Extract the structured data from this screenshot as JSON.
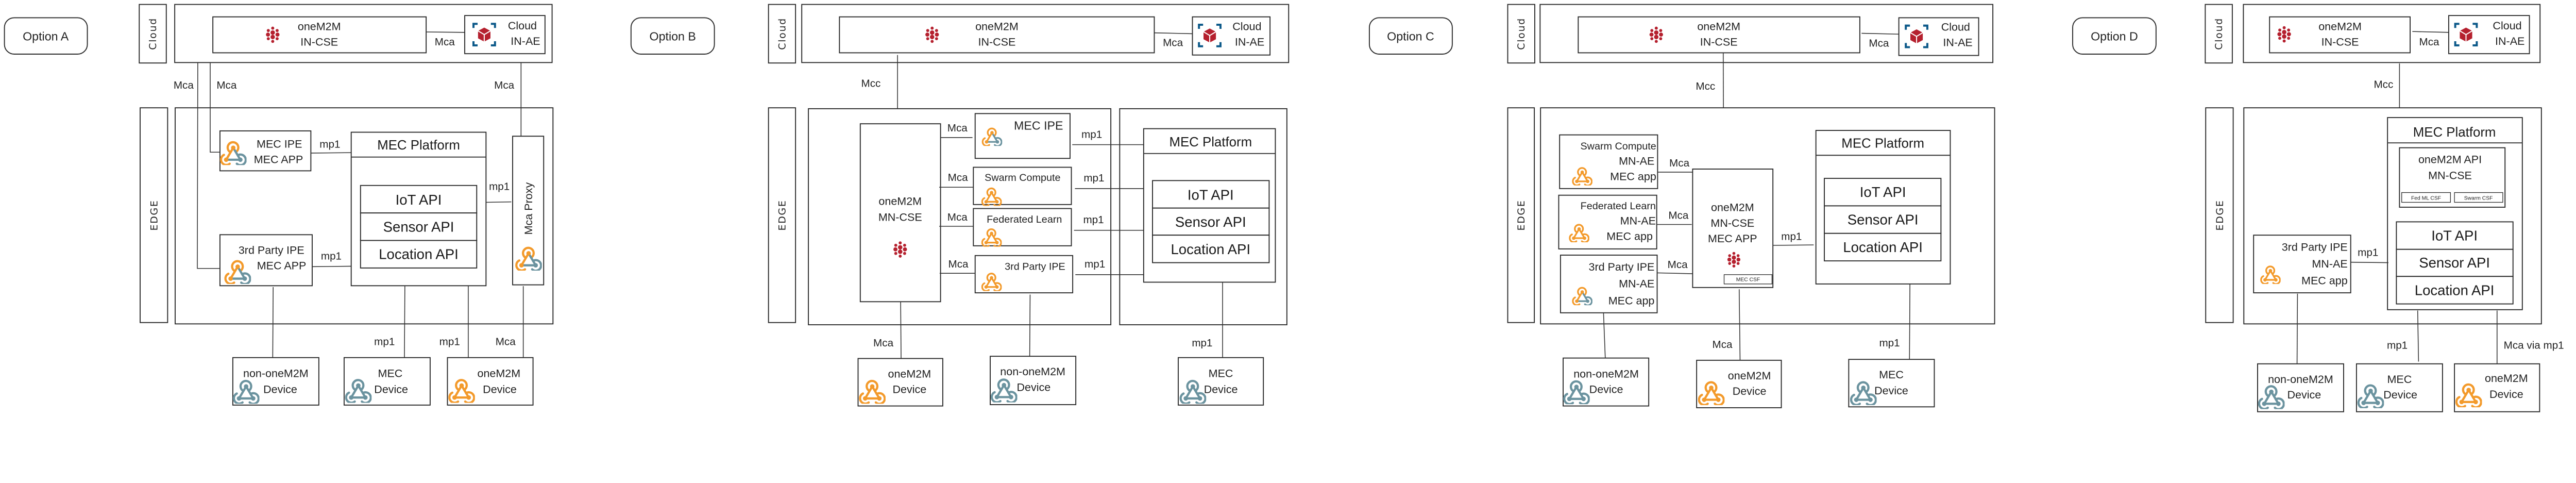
{
  "colors": {
    "onem2m_red": "#b5202e",
    "ae_blue": "#0d5a8a",
    "app_orange": "#f39a2b",
    "device_teal": "#6b939f",
    "line": "#333333"
  },
  "option_a": {
    "title": "Option A",
    "cloud": "Cloud",
    "edge": "EDGE",
    "in_cse": [
      "oneM2M",
      "IN-CSE"
    ],
    "in_ae": [
      "Cloud",
      "IN-AE"
    ],
    "mec_ipe": [
      "MEC IPE",
      "MEC APP"
    ],
    "third_party_ipe": [
      "3rd Party IPE",
      "MEC APP"
    ],
    "mec_platform": {
      "title": "MEC Platform",
      "apis": [
        "IoT API",
        "Sensor API",
        "Location API"
      ]
    },
    "mca_proxy": "Mca Proxy",
    "devices": {
      "non_onem2m": [
        "non-oneM2M",
        "Device"
      ],
      "mec": [
        "MEC",
        "Device"
      ],
      "onem2m": [
        "oneM2M",
        "Device"
      ]
    },
    "links": {
      "in_cse_in_ae": "Mca",
      "cloud_third_party": "Mca",
      "cloud_mec_ipe": "Mca",
      "cloud_proxy": "Mca",
      "mec_ipe_platform": "mp1",
      "third_party_platform": "mp1",
      "proxy_platform": "mp1",
      "platform_mec_device": "mp1",
      "platform_onem2m_device": "mp1",
      "proxy_onem2m_device": "Mca"
    }
  },
  "option_b": {
    "title": "Option B",
    "cloud": "Cloud",
    "edge": "EDGE",
    "in_cse": [
      "oneM2M",
      "IN-CSE"
    ],
    "in_ae": [
      "Cloud",
      "IN-AE"
    ],
    "mn_cse": [
      "oneM2M",
      "MN-CSE"
    ],
    "apps": [
      "MEC IPE",
      "Swarm Compute",
      "Federated Learn",
      "3rd Party IPE"
    ],
    "mec_platform": {
      "title": "MEC Platform",
      "apis": [
        "IoT API",
        "Sensor API",
        "Location API"
      ]
    },
    "devices": {
      "onem2m": [
        "oneM2M",
        "Device"
      ],
      "non_onem2m": [
        "non-oneM2M",
        "Device"
      ],
      "mec": [
        "MEC",
        "Device"
      ]
    },
    "links": {
      "in_cse_in_ae": "Mca",
      "mcc": "Mcc",
      "app_mca": [
        "Mca",
        "Mca",
        "Mca",
        "Mca"
      ],
      "app_mp1": [
        "mp1",
        "mp1",
        "mp1",
        "mp1"
      ],
      "mn_cse_onem2m_device": "Mca",
      "platform_mec_device": "mp1"
    }
  },
  "option_c": {
    "title": "Option C",
    "cloud": "Cloud",
    "edge": "EDGE",
    "in_cse": [
      "oneM2M",
      "IN-CSE"
    ],
    "in_ae": [
      "Cloud",
      "IN-AE"
    ],
    "swarm": [
      "Swarm Compute",
      "MN-AE",
      "MEC app"
    ],
    "federated": [
      "Federated Learn",
      "MN-AE",
      "MEC app"
    ],
    "third_party": [
      "3rd Party IPE",
      "MN-AE",
      "MEC app"
    ],
    "mn_cse": [
      "oneM2M",
      "MN-CSE",
      "MEC APP"
    ],
    "mec_csf": "MEC CSF",
    "mec_platform": {
      "title": "MEC Platform",
      "apis": [
        "IoT API",
        "Sensor API",
        "Location API"
      ]
    },
    "devices": {
      "non_onem2m": [
        "non-oneM2M",
        "Device"
      ],
      "onem2m": [
        "oneM2M",
        "Device"
      ],
      "mec": [
        "MEC",
        "Device"
      ]
    },
    "links": {
      "in_cse_in_ae": "Mca",
      "mcc": "Mcc",
      "app_mca": [
        "Mca",
        "Mca",
        "Mca"
      ],
      "mn_cse_platform": "mp1",
      "mn_cse_onem2m_device": "Mca",
      "platform_mec_device": "mp1"
    }
  },
  "option_d": {
    "title": "Option D",
    "cloud": "Cloud",
    "edge": "EDGE",
    "in_cse": [
      "oneM2M",
      "IN-CSE"
    ],
    "in_ae": [
      "Cloud",
      "IN-AE"
    ],
    "mec_platform": {
      "title": "MEC Platform",
      "onem2m_api": [
        "oneM2M API",
        "MN-CSE"
      ],
      "csfs": [
        "Fed ML CSF",
        "Swarm CSF"
      ],
      "apis": [
        "IoT API",
        "Sensor API",
        "Location API"
      ]
    },
    "third_party": [
      "3rd Party IPE",
      "MN-AE",
      "MEC app"
    ],
    "devices": {
      "non_onem2m": [
        "non-oneM2M",
        "Device"
      ],
      "mec": [
        "MEC",
        "Device"
      ],
      "onem2m": [
        "oneM2M",
        "Device"
      ]
    },
    "links": {
      "in_cse_in_ae": "Mca",
      "mcc": "Mcc",
      "third_party_platform": "mp1",
      "platform_mec_device": "mp1",
      "platform_onem2m_device": "Mca via mp1"
    }
  }
}
